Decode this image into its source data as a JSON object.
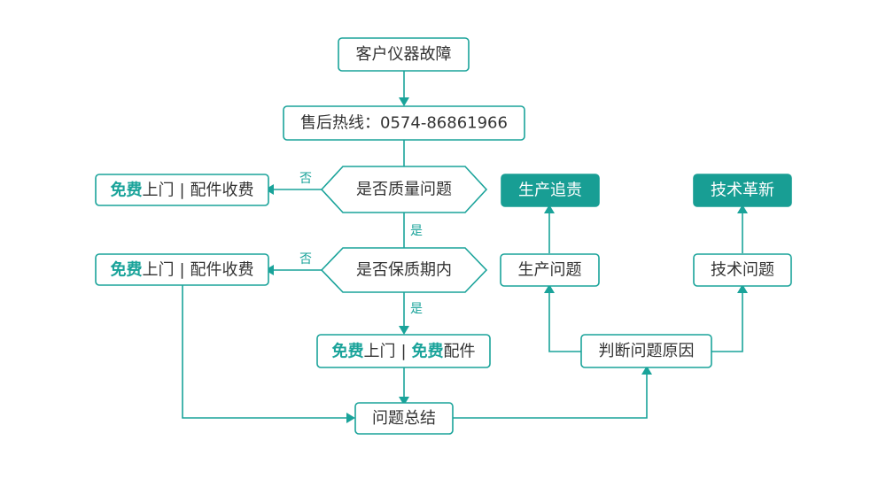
{
  "start": "客户仪器故障",
  "hotline": "售后热线：0574-86861966",
  "decision_quality": "是否质量问题",
  "decision_warranty": "是否保质期内",
  "yes": "是",
  "no": "否",
  "free": "免费",
  "onsite": "上门",
  "separator": "|",
  "parts_fee": "配件收费",
  "parts": "配件",
  "summary": "问题总结",
  "judge_cause": "判断问题原因",
  "production_issue": "生产问题",
  "production_trace": "生产追责",
  "tech_issue": "技术问题",
  "tech_innovation": "技术革新",
  "colors": {
    "accent": "#1aa39a",
    "text": "#333333",
    "filled": "#189e94"
  }
}
